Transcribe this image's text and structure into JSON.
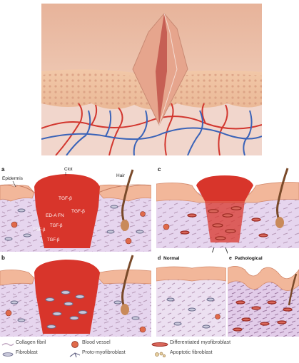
{
  "panel_labels": {
    "a": "a",
    "b": "b",
    "c": "c",
    "d": "d",
    "e": "e"
  },
  "callouts": {
    "epidermis": "Epidermis",
    "clot": "Clot",
    "hair": "Hair"
  },
  "panel_a_text": {
    "tgf1": "TGF-β",
    "tgf2": "TGF-β",
    "tgf3": "TGF-β",
    "tgf4": "TGF-β",
    "tgf5": "TGF-β",
    "edafn": "ED-A FN"
  },
  "panel_d_title": "Normal",
  "panel_e_title": "Pathological",
  "legend": {
    "collagen": "Collagen fibril",
    "fibroblast": "Fibroblast",
    "blood_vessel": "Blood vessel",
    "proto": "Proto-myofibroblast",
    "differentiated": "Differentiated myofibroblast",
    "apoptotic": "Apoptotic fibroblast"
  },
  "colors": {
    "clot": "#d8352b",
    "epidermis": "#f2b79a",
    "dermis": "#e8d8ee",
    "artery": "#d2362e",
    "vein": "#3a63b8",
    "background_top": "#e6b9a0"
  }
}
